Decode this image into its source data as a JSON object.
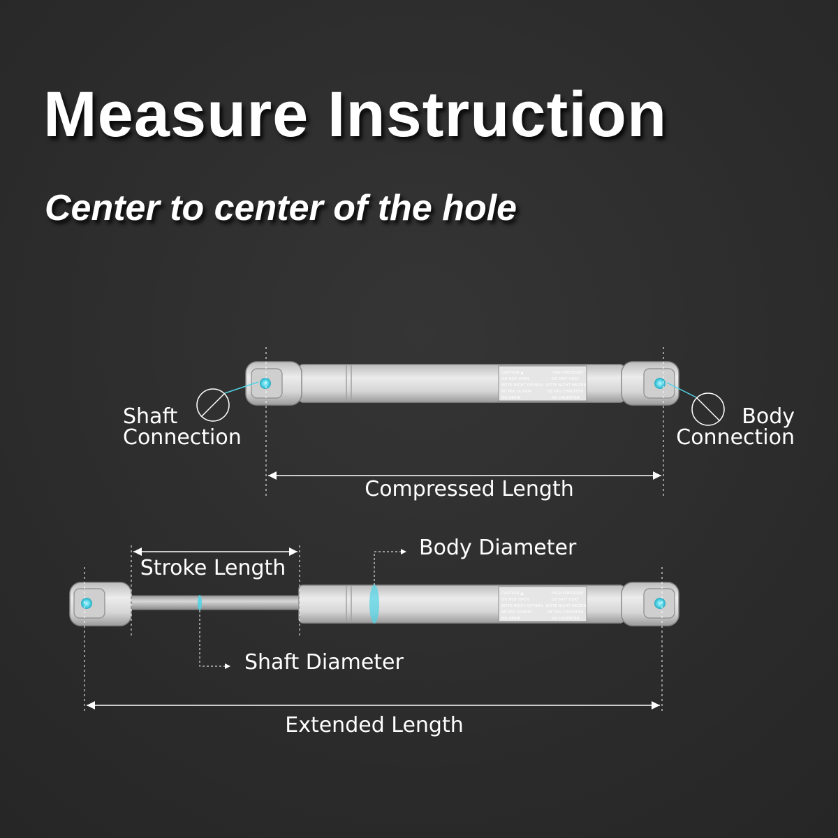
{
  "title": "Measure Instruction",
  "subtitle": "Center to center of the hole",
  "labels": {
    "shaft_connection_1": "Shaft",
    "shaft_connection_2": "Connection",
    "body_connection_1": "Body",
    "body_connection_2": "Connection",
    "compressed_length": "Compressed Length",
    "stroke_length": "Stroke Length",
    "body_diameter": "Body Diameter",
    "shaft_diameter": "Shaft Diameter",
    "extended_length": "Extended Length"
  },
  "warning_label": {
    "left": [
      "CAUTION ▲",
      "DO NOT OPEN",
      "BITTE NICHT OFFNEN",
      "NE PAS OUVRIR",
      "NO ABRIR"
    ],
    "right": [
      "HIGH PRESSURE",
      "DO NOT HEAT",
      "BITTE NICHT HEIZEN",
      "NE PAS CHAUFFER",
      "NO CALENTAR"
    ]
  },
  "colors": {
    "background": "#2e2e2e",
    "strut_body": "#d9d9d9",
    "accent_cyan": "#4fd3e6",
    "line": "#ffffff"
  }
}
